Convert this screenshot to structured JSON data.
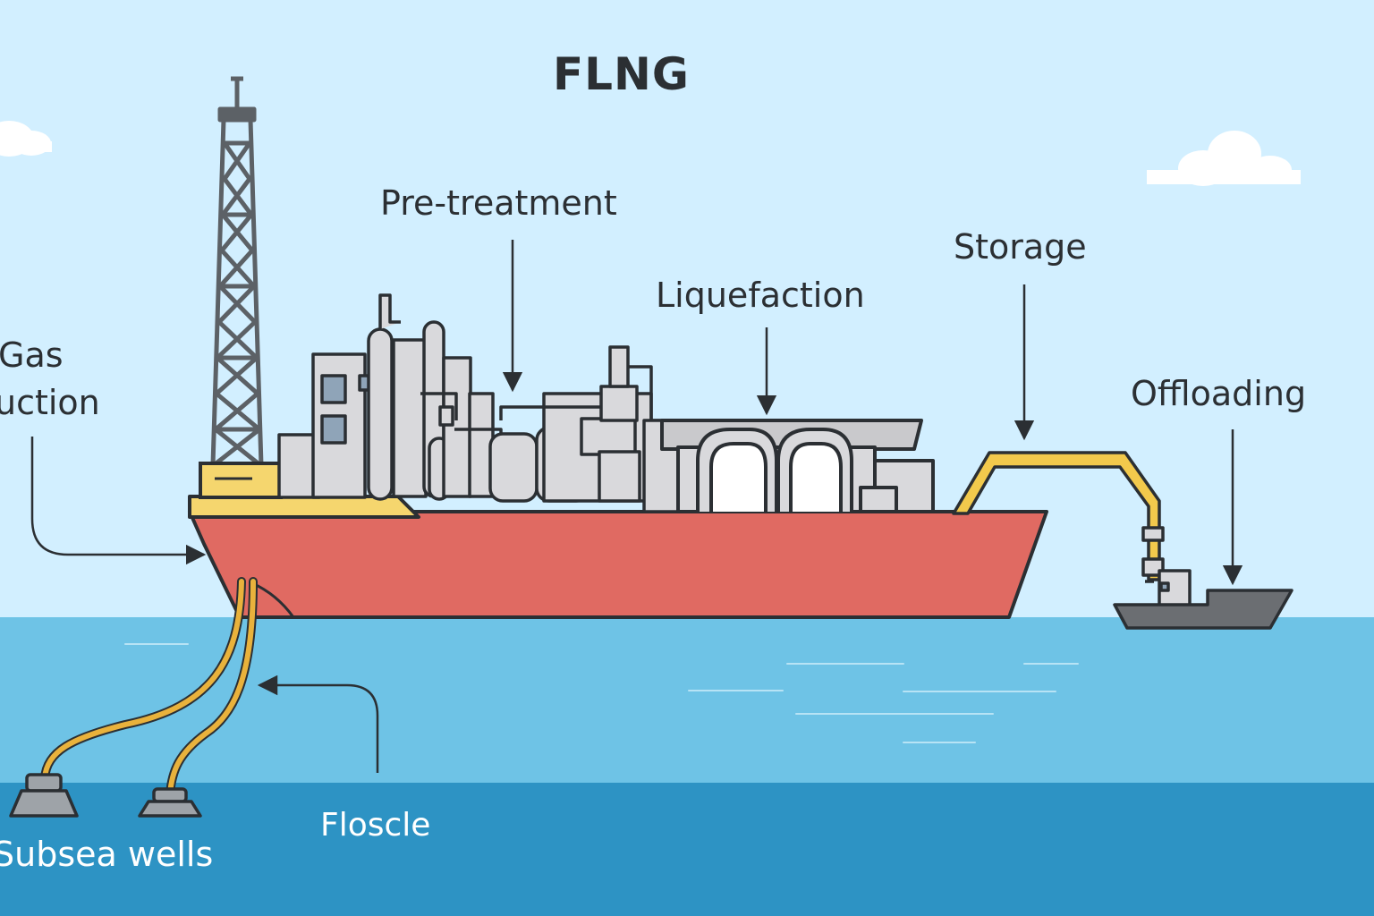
{
  "diagram": {
    "title": "FLNG",
    "labels": {
      "pre_treatment": "Pre-treatment",
      "liquefaction": "Liquefaction",
      "storage": "Storage",
      "offloading": "Offloading",
      "gas_line1": "Gas",
      "gas_line2": "uction",
      "floscle": "Floscle",
      "subsea_wells": "Subsea wells"
    }
  },
  "colors": {
    "sky": "#d2efff",
    "sea": "#6ec3e6",
    "seabed": "#2d93c4",
    "hull": "#e06a62",
    "deck": "#f5d66e",
    "equipment": "#d9d9dc",
    "outline": "#2b2f33",
    "riser": "#e9b23c",
    "crane": "#f2c94c",
    "carrier": "#6b6e72",
    "tower": "#5c6166"
  }
}
